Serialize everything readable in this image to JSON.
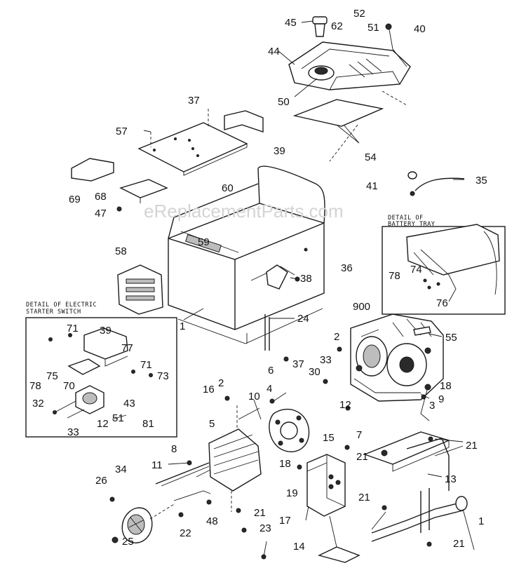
{
  "watermark": "eReplacementParts.com",
  "detail_electric_title_line1": "DETAIL OF ELECTRIC",
  "detail_electric_title_line2": "STARTER SWITCH",
  "detail_battery_title_line1": "DETAIL OF",
  "detail_battery_title_line2": "BATTERY TRAY",
  "labels": {
    "n45": "45",
    "n62": "62",
    "n52": "52",
    "n51a": "51",
    "n40": "40",
    "n44": "44",
    "n50": "50",
    "n37a": "37",
    "n57": "57",
    "n39a": "39",
    "n54": "54",
    "n69": "69",
    "n68": "68",
    "n60": "60",
    "n41": "41",
    "n35": "35",
    "n47": "47",
    "n58": "58",
    "n59": "59",
    "n36": "36",
    "n78a": "78",
    "n74": "74",
    "n38": "38",
    "n76": "76",
    "n1a": "1",
    "n24": "24",
    "n900": "900",
    "n71a": "71",
    "n39b": "39",
    "n77": "77",
    "n2a": "2",
    "n55": "55",
    "n37b": "37",
    "n33a": "33",
    "n30": "30",
    "n71b": "71",
    "n73": "73",
    "n75": "75",
    "n70": "70",
    "n78b": "78",
    "n6": "6",
    "n16": "16",
    "n2b": "2",
    "n4": "4",
    "n18a": "18",
    "n32": "32",
    "n43": "43",
    "n10": "10",
    "n12a": "12",
    "n9": "9",
    "n12b": "12",
    "n51b": "51",
    "n81": "81",
    "n3": "3",
    "n33b": "33",
    "n5": "5",
    "n7": "7",
    "n15": "15",
    "n21a": "21",
    "n21b": "21",
    "n8": "8",
    "n18b": "18",
    "n13": "13",
    "n34": "34",
    "n11": "11",
    "n26": "26",
    "n19": "19",
    "n21c": "21",
    "n21d": "21",
    "n1b": "1",
    "n48": "48",
    "n17": "17",
    "n22": "22",
    "n23": "23",
    "n25": "25",
    "n14": "14",
    "n21e": "21"
  }
}
